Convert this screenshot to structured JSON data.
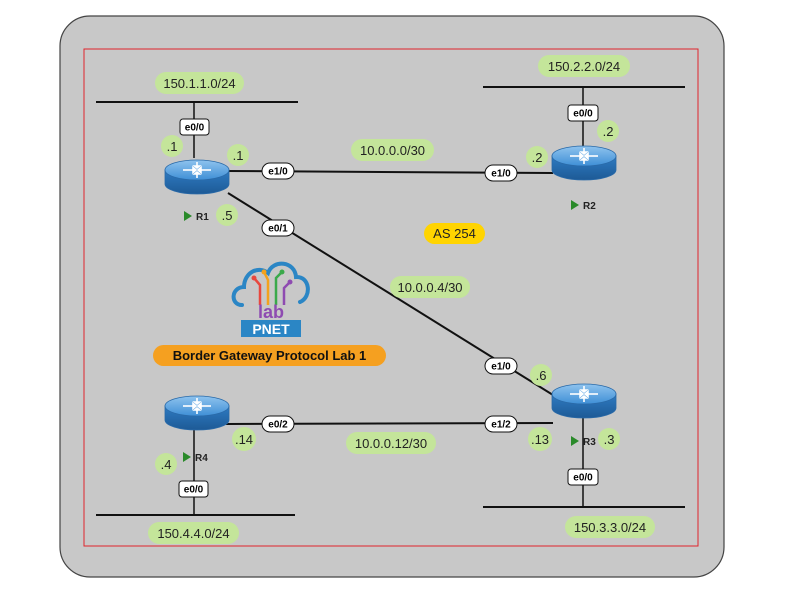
{
  "lab_title": "Border Gateway Protocol Lab 1",
  "as_label": "AS 254",
  "logo": {
    "lab_text": "lab",
    "brand_text": "PNET"
  },
  "routers": {
    "r1": {
      "name": "R1"
    },
    "r2": {
      "name": "R2"
    },
    "r3": {
      "name": "R3"
    },
    "r4": {
      "name": "R4"
    }
  },
  "lan_networks": {
    "r1": "150.1.1.0/24",
    "r2": "150.2.2.0/24",
    "r3": "150.3.3.0/24",
    "r4": "150.4.4.0/24"
  },
  "link_networks": {
    "r1_r2": "10.0.0.0/30",
    "r1_r3": "10.0.0.4/30",
    "r4_r3": "10.0.0.12/30"
  },
  "ports": {
    "r1_lan": "e0/0",
    "r1_to_r2": "e1/0",
    "r1_to_r3": "e0/1",
    "r2_lan": "e0/0",
    "r2_to_r1": "e1/0",
    "r3_to_r1": "e1/0",
    "r3_to_r4": "e1/2",
    "r3_lan": "e0/0",
    "r4_to_r3": "e0/2",
    "r4_lan": "e0/0"
  },
  "host_octets": {
    "r1_lan": ".1",
    "r1_to_r2": ".1",
    "r1_to_r3": ".5",
    "r2_to_r1": ".2",
    "r2_lan": ".2",
    "r3_to_r1": ".6",
    "r3_to_r4": ".13",
    "r3_lan": ".3",
    "r4_to_r3": ".14",
    "r4_lan": ".4"
  },
  "colors": {
    "outer_panel": "#c8c8c8",
    "inner_border": "#e0242b",
    "label_green": "#c4e59a",
    "as_badge": "#ffd400",
    "title_badge": "#f5a020",
    "router_blue": "#3d8ed6",
    "play_green": "#2a8a2a"
  }
}
